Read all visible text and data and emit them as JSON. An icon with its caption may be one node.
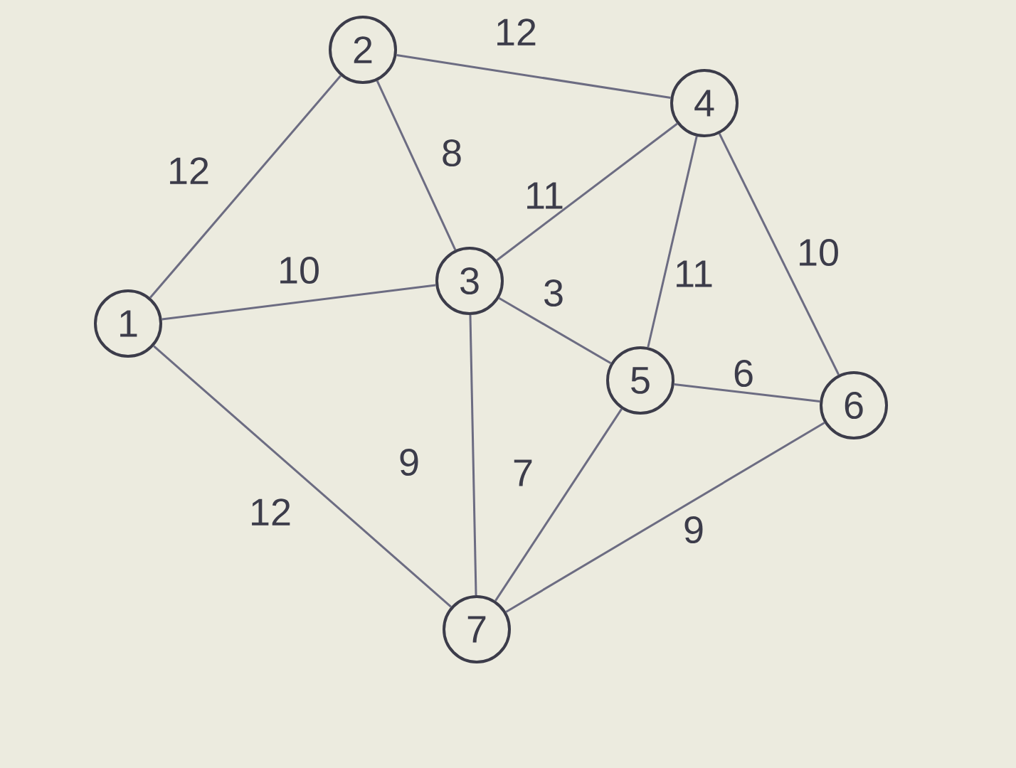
{
  "diagram": {
    "nodes": [
      {
        "text": [
          "1"
        ]
      },
      {
        "text": [
          "2"
        ]
      },
      {
        "text": [
          "3"
        ]
      },
      {
        "text": [
          "4"
        ]
      },
      {
        "text": [
          "5"
        ]
      },
      {
        "text": [
          "6"
        ]
      },
      {
        "text": [
          "7"
        ]
      }
    ],
    "edges": [
      {
        "from": 0,
        "to": 1,
        "arrow": "none",
        "label": "12"
      },
      {
        "from": 1,
        "to": 3,
        "arrow": "none",
        "label": "12"
      },
      {
        "from": 1,
        "to": 2,
        "arrow": "none",
        "label": "8"
      },
      {
        "from": 2,
        "to": 3,
        "arrow": "none",
        "label": "11"
      },
      {
        "from": 0,
        "to": 2,
        "arrow": "none",
        "label": "10"
      },
      {
        "from": 3,
        "to": 4,
        "arrow": "none",
        "label": "11"
      },
      {
        "from": 3,
        "to": 5,
        "arrow": "none",
        "label": "10"
      },
      {
        "from": 2,
        "to": 4,
        "arrow": "none",
        "label": "3"
      },
      {
        "from": 4,
        "to": 5,
        "arrow": "none",
        "label": "6"
      },
      {
        "from": 0,
        "to": 6,
        "arrow": "none",
        "label": "12"
      },
      {
        "from": 2,
        "to": 6,
        "arrow": "none",
        "label": "9"
      },
      {
        "from": 4,
        "to": 6,
        "arrow": "none",
        "label": "7"
      },
      {
        "from": 5,
        "to": 6,
        "arrow": "none",
        "label": "9"
      }
    ]
  }
}
